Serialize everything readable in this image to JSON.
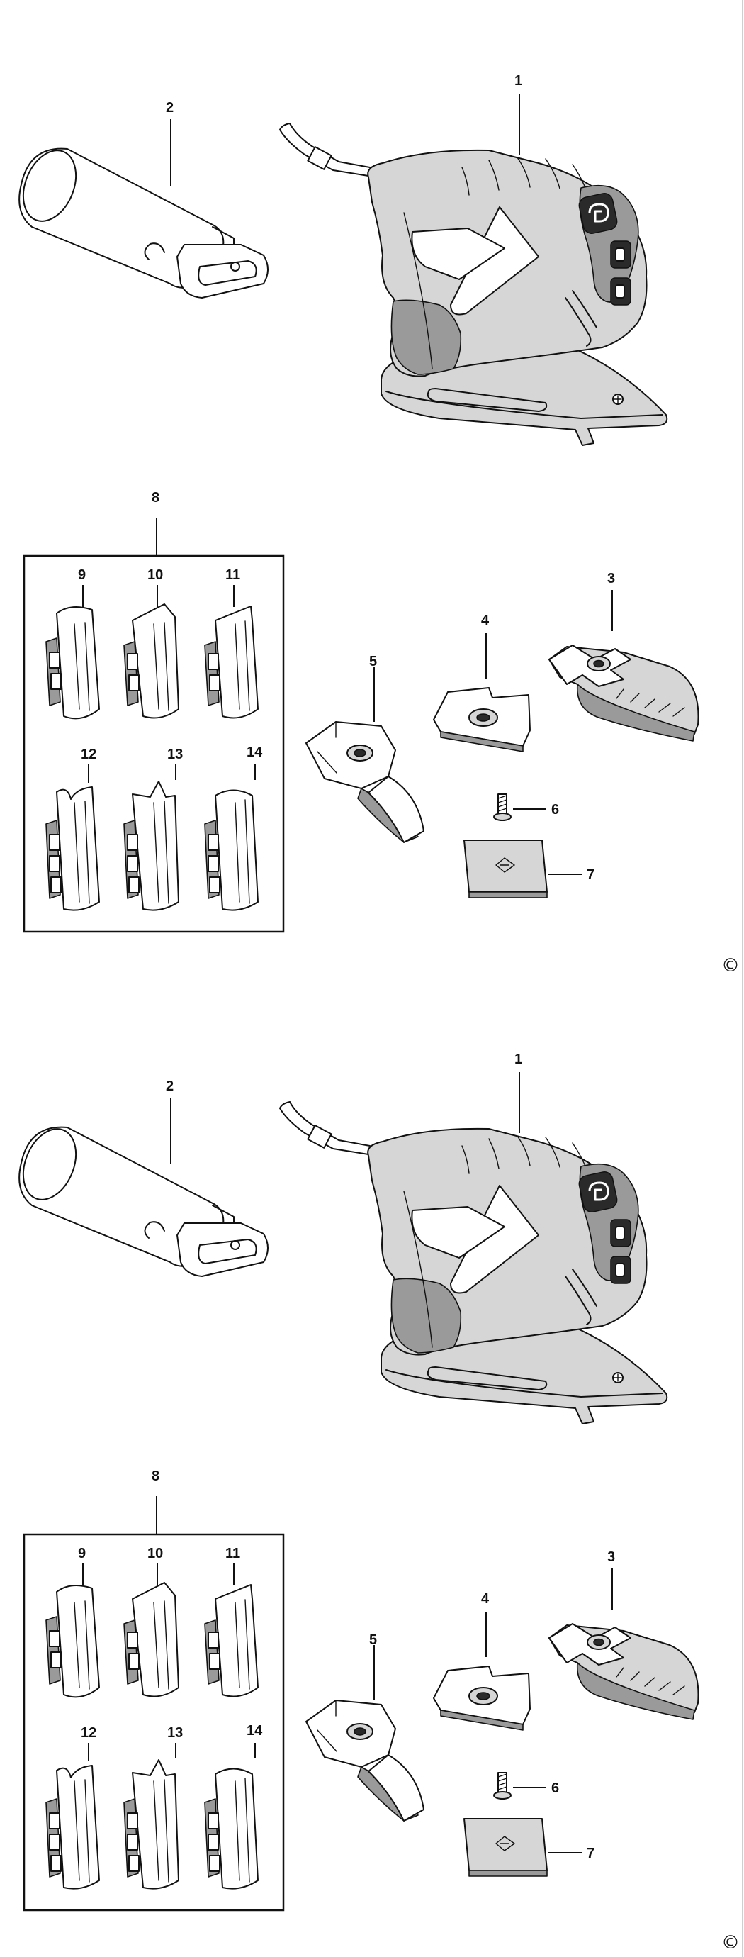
{
  "diagram": {
    "copyright_symbol": "©",
    "panels": [
      {
        "callouts": {
          "p1": "1",
          "p2": "2",
          "p3": "3",
          "p4": "4",
          "p5": "5",
          "p6": "6",
          "p7": "7",
          "p8": "8",
          "p9": "9",
          "p10": "10",
          "p11": "11",
          "p12": "12",
          "p13": "13",
          "p14": "14"
        }
      },
      {
        "callouts": {
          "p1": "1",
          "p2": "2",
          "p3": "3",
          "p4": "4",
          "p5": "5",
          "p6": "6",
          "p7": "7",
          "p8": "8",
          "p9": "9",
          "p10": "10",
          "p11": "11",
          "p12": "12",
          "p13": "13",
          "p14": "14"
        }
      }
    ]
  }
}
